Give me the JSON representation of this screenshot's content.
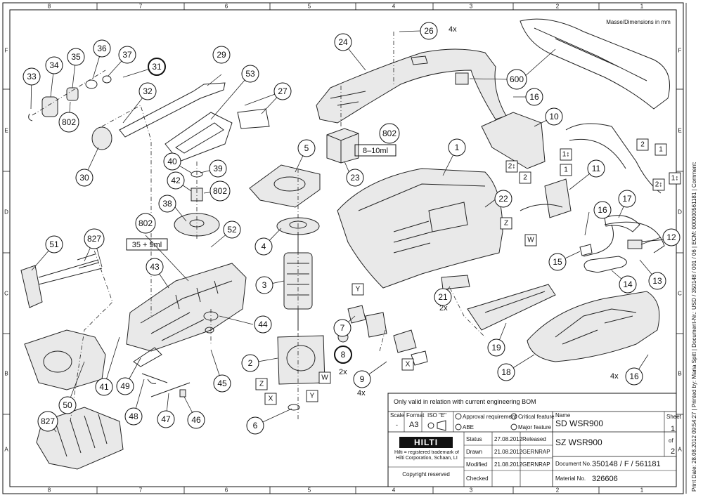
{
  "border": {
    "columns": [
      "8",
      "7",
      "6",
      "5",
      "4",
      "3",
      "2",
      "1"
    ],
    "rows": [
      "F",
      "E",
      "D",
      "C",
      "B",
      "A"
    ]
  },
  "dimensions_note": "Masse/Dimensions in mm",
  "side_strip": "Print Date: 28.08.2012 09:54:27 | Printed by: Maria Spitt | Document-Nr.: USD / 350148 / 001 / 06 | ECM: 000000561181 | Comment:",
  "callouts": [
    {
      "id": "1",
      "label": "1"
    },
    {
      "id": "2",
      "label": "2"
    },
    {
      "id": "3",
      "label": "3"
    },
    {
      "id": "4",
      "label": "4"
    },
    {
      "id": "5",
      "label": "5"
    },
    {
      "id": "6",
      "label": "6"
    },
    {
      "id": "7",
      "label": "7"
    },
    {
      "id": "8",
      "label": "8"
    },
    {
      "id": "9",
      "label": "9"
    },
    {
      "id": "10",
      "label": "10"
    },
    {
      "id": "11",
      "label": "11"
    },
    {
      "id": "12",
      "label": "12"
    },
    {
      "id": "13",
      "label": "13"
    },
    {
      "id": "14",
      "label": "14"
    },
    {
      "id": "15",
      "label": "15"
    },
    {
      "id": "16a",
      "label": "16"
    },
    {
      "id": "16b",
      "label": "16"
    },
    {
      "id": "16c",
      "label": "16"
    },
    {
      "id": "17",
      "label": "17"
    },
    {
      "id": "18",
      "label": "18"
    },
    {
      "id": "19",
      "label": "19"
    },
    {
      "id": "21",
      "label": "21"
    },
    {
      "id": "22",
      "label": "22"
    },
    {
      "id": "23",
      "label": "23"
    },
    {
      "id": "24",
      "label": "24"
    },
    {
      "id": "26",
      "label": "26"
    },
    {
      "id": "27",
      "label": "27"
    },
    {
      "id": "29",
      "label": "29"
    },
    {
      "id": "30",
      "label": "30"
    },
    {
      "id": "31",
      "label": "31"
    },
    {
      "id": "32",
      "label": "32"
    },
    {
      "id": "33",
      "label": "33"
    },
    {
      "id": "34",
      "label": "34"
    },
    {
      "id": "35",
      "label": "35"
    },
    {
      "id": "36",
      "label": "36"
    },
    {
      "id": "37",
      "label": "37"
    },
    {
      "id": "38",
      "label": "38"
    },
    {
      "id": "39",
      "label": "39"
    },
    {
      "id": "40",
      "label": "40"
    },
    {
      "id": "41",
      "label": "41"
    },
    {
      "id": "42",
      "label": "42"
    },
    {
      "id": "43",
      "label": "43"
    },
    {
      "id": "44",
      "label": "44"
    },
    {
      "id": "45",
      "label": "45"
    },
    {
      "id": "46",
      "label": "46"
    },
    {
      "id": "47",
      "label": "47"
    },
    {
      "id": "48",
      "label": "48"
    },
    {
      "id": "49",
      "label": "49"
    },
    {
      "id": "50",
      "label": "50"
    },
    {
      "id": "51",
      "label": "51"
    },
    {
      "id": "52",
      "label": "52"
    },
    {
      "id": "53",
      "label": "53"
    },
    {
      "id": "600",
      "label": "600"
    },
    {
      "id": "802a",
      "label": "802"
    },
    {
      "id": "802b",
      "label": "802"
    },
    {
      "id": "802c",
      "label": "802"
    },
    {
      "id": "802d",
      "label": "802"
    },
    {
      "id": "827a",
      "label": "827"
    },
    {
      "id": "827b",
      "label": "827"
    }
  ],
  "quantities": {
    "q26": "4x",
    "q21": "2x",
    "q8": "2x",
    "q9": "4x",
    "q16": "4x"
  },
  "grease": {
    "g1": "8–10ml",
    "g2": "35 + 5ml"
  },
  "letter_tags": [
    "Y",
    "X",
    "Z",
    "W",
    "Z",
    "W",
    "X",
    "Y",
    "2↕",
    "1↕",
    "2↕",
    "1↕",
    "2",
    "1",
    "2",
    "1"
  ],
  "title_block": {
    "validity": "Only valid in relation with current engineering BOM",
    "scale_label": "Scale",
    "scale_value": "-",
    "format_label": "Format",
    "format_value": "A3",
    "iso_label": "ISO \"E\"",
    "approval": "Approval requirement",
    "critical": "Critical feature",
    "abe": "ABE",
    "major": "Major feature",
    "name_label": "Name",
    "name1": "SD WSR900",
    "name2": "SZ WSR900",
    "sheet_label": "Sheet",
    "sheet_no": "1",
    "of_label": "of",
    "sheet_total": "2",
    "brand": "HILTI",
    "trademark": "Hilti = registered trademark of Hilti Corporation, Schaan, LI",
    "copyright": "Copyright reserved",
    "status_label": "Status",
    "status_date": "27.08.2012",
    "status_value": "Released",
    "drawn_label": "Drawn",
    "drawn_date": "21.08.2012",
    "drawn_by": "GERNRAP",
    "modified_label": "Modified",
    "modified_date": "21.08.2012",
    "modified_by": "GERNRAP",
    "checked_label": "Checked",
    "doc_label": "Document No.",
    "doc_value": "350148 / F / 561181",
    "mat_label": "Material No.",
    "mat_value": "326606"
  }
}
